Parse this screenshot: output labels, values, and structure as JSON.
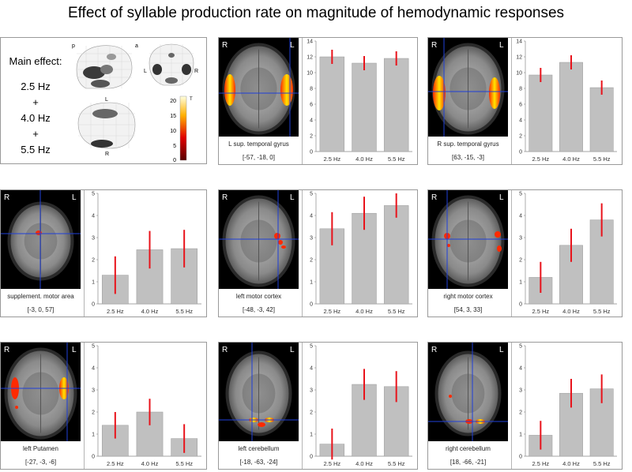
{
  "title": "Effect of syllable production rate on magnitude of hemodynamic responses",
  "main_effect": {
    "heading": "Main effect:",
    "lines": [
      "2.5 Hz",
      "+",
      "4.0 Hz",
      "+",
      "5.5 Hz"
    ],
    "colorbar_ticks": [
      "20",
      "15",
      "10",
      "5",
      "0"
    ],
    "colorbar_unit": "T",
    "view_labels": [
      "p",
      "a",
      "L",
      "R",
      "L",
      "R"
    ]
  },
  "orientation": {
    "left": "R",
    "right": "L"
  },
  "colors": {
    "bar": "#c0c0c0",
    "error": "#e8131b",
    "crosshair": "#1f3fd8",
    "activation": "#ff2a00",
    "activation_hot": "#ffe600"
  },
  "chart_data": [
    {
      "type": "bar",
      "region": "L sup. temporal gyrus",
      "coords": "[-57, -18, 0]",
      "categories": [
        "2.5 Hz",
        "4.0 Hz",
        "5.5 Hz"
      ],
      "values": [
        12.0,
        11.2,
        11.8
      ],
      "errors": [
        0.9,
        0.9,
        0.9
      ],
      "ylim": [
        0,
        14
      ],
      "yticks": [
        0,
        2,
        4,
        6,
        8,
        10,
        12,
        14
      ]
    },
    {
      "type": "bar",
      "region": "R sup. temporal gyrus",
      "coords": "[63, -15, -3]",
      "categories": [
        "2.5 Hz",
        "4.0 Hz",
        "5.5 Hz"
      ],
      "values": [
        9.7,
        11.3,
        8.1
      ],
      "errors": [
        0.9,
        0.9,
        0.9
      ],
      "ylim": [
        0,
        14
      ],
      "yticks": [
        0,
        2,
        4,
        6,
        8,
        10,
        12,
        14
      ]
    },
    {
      "type": "bar",
      "region": "supplement. motor area",
      "coords": "[-3, 0, 57]",
      "categories": [
        "2.5 Hz",
        "4.0 Hz",
        "5.5 Hz"
      ],
      "values": [
        1.3,
        2.45,
        2.5
      ],
      "errors": [
        0.85,
        0.85,
        0.85
      ],
      "ylim": [
        0,
        5
      ],
      "yticks": [
        0,
        1,
        2,
        3,
        4,
        5
      ]
    },
    {
      "type": "bar",
      "region": "left motor cortex",
      "coords": "[-48, -3, 42]",
      "categories": [
        "2.5 Hz",
        "4.0 Hz",
        "5.5 Hz"
      ],
      "values": [
        3.4,
        4.1,
        4.45
      ],
      "errors": [
        0.75,
        0.75,
        0.55
      ],
      "ylim": [
        0,
        5
      ],
      "yticks": [
        0,
        1,
        2,
        3,
        4,
        5
      ]
    },
    {
      "type": "bar",
      "region": "right motor cortex",
      "coords": "[54, 3, 33]",
      "categories": [
        "2.5 Hz",
        "4.0 Hz",
        "5.5 Hz"
      ],
      "values": [
        1.2,
        2.65,
        3.8
      ],
      "errors": [
        0.7,
        0.75,
        0.75
      ],
      "ylim": [
        0,
        5
      ],
      "yticks": [
        0,
        1,
        2,
        3,
        4,
        5
      ]
    },
    {
      "type": "bar",
      "region": "left Putamen",
      "coords": "[-27, -3, -6]",
      "categories": [
        "2.5 Hz",
        "4.0 Hz",
        "5.5 Hz"
      ],
      "values": [
        1.4,
        2.0,
        0.8
      ],
      "errors": [
        0.6,
        0.6,
        0.65
      ],
      "ylim": [
        0,
        5
      ],
      "yticks": [
        0,
        1,
        2,
        3,
        4,
        5
      ]
    },
    {
      "type": "bar",
      "region": "left cerebellum",
      "coords": "[-18, -63, -24]",
      "categories": [
        "2.5 Hz",
        "4.0 Hz",
        "5.5 Hz"
      ],
      "values": [
        0.55,
        3.25,
        3.15
      ],
      "errors": [
        0.7,
        0.7,
        0.7
      ],
      "ylim": [
        0,
        5
      ],
      "yticks": [
        0,
        1,
        2,
        3,
        4,
        5
      ]
    },
    {
      "type": "bar",
      "region": "right cerebellum",
      "coords": "[18, -66, -21]",
      "categories": [
        "2.5 Hz",
        "4.0 Hz",
        "5.5 Hz"
      ],
      "values": [
        0.95,
        2.85,
        3.05
      ],
      "errors": [
        0.65,
        0.65,
        0.65
      ],
      "ylim": [
        0,
        5
      ],
      "yticks": [
        0,
        1,
        2,
        3,
        4,
        5
      ]
    }
  ]
}
